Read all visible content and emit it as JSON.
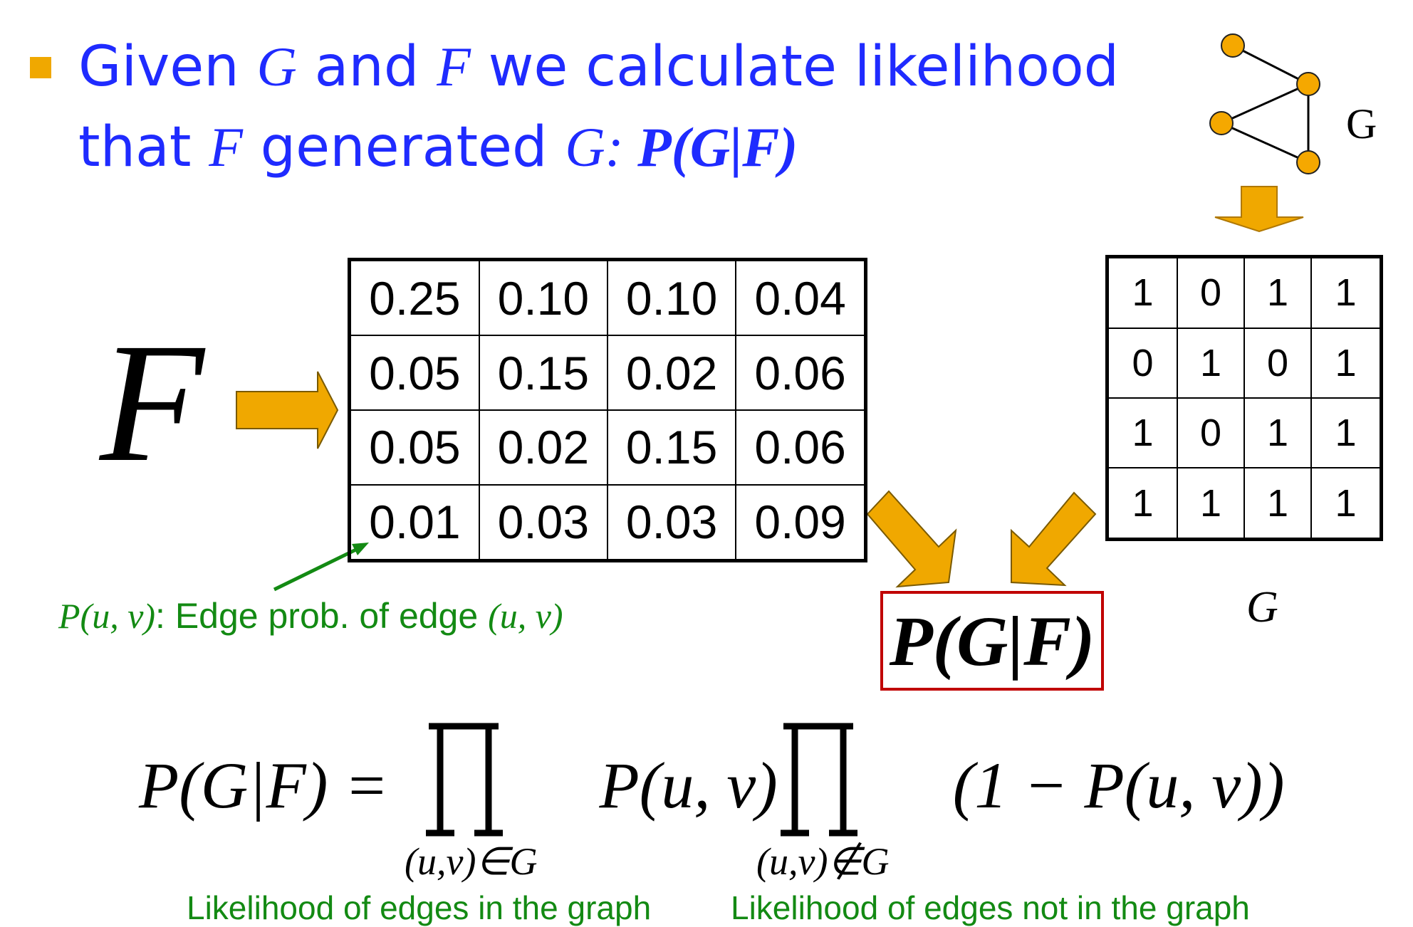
{
  "title": {
    "line1_pre": "Given ",
    "line1_G": "G",
    "line1_mid": " and ",
    "line1_F": "F",
    "line1_post": " we calculate likelihood",
    "line2_pre": "that ",
    "line2_F": "F",
    "line2_mid": " generated ",
    "line2_G": "G",
    "line2_colon": ":  ",
    "line2_expr": "P(G|F)"
  },
  "model_symbol": "F",
  "graph_label_top": "G",
  "graph_label_bottom": "G",
  "probability_matrix": [
    [
      "0.25",
      "0.10",
      "0.10",
      "0.04"
    ],
    [
      "0.05",
      "0.15",
      "0.02",
      "0.06"
    ],
    [
      "0.05",
      "0.02",
      "0.15",
      "0.06"
    ],
    [
      "0.01",
      "0.03",
      "0.03",
      "0.09"
    ]
  ],
  "adjacency_matrix": [
    [
      "1",
      "0",
      "1",
      "1"
    ],
    [
      "0",
      "1",
      "0",
      "1"
    ],
    [
      "1",
      "0",
      "1",
      "1"
    ],
    [
      "1",
      "1",
      "1",
      "1"
    ]
  ],
  "edge_annotation": {
    "math": "P(u, v)",
    "text": ": Edge prob. of edge ",
    "math2": "(u, v)"
  },
  "result": "P(G|F)",
  "formula": {
    "lhs": "P(G|F) =",
    "term1": "P(u, v)",
    "term2": "(1 − P(u, v))",
    "sub_in": "(u,v)∈G",
    "sub_notin": "(u,v)∉G"
  },
  "captions": {
    "in_graph": "Likelihood of edges in the graph",
    "not_in_graph": "Likelihood of edges not in the graph"
  },
  "colors": {
    "title": "#1f2bff",
    "accent_arrow": "#f0a800",
    "node_fill": "#f5a800",
    "annotation": "#138a13",
    "result_border": "#c00000"
  }
}
